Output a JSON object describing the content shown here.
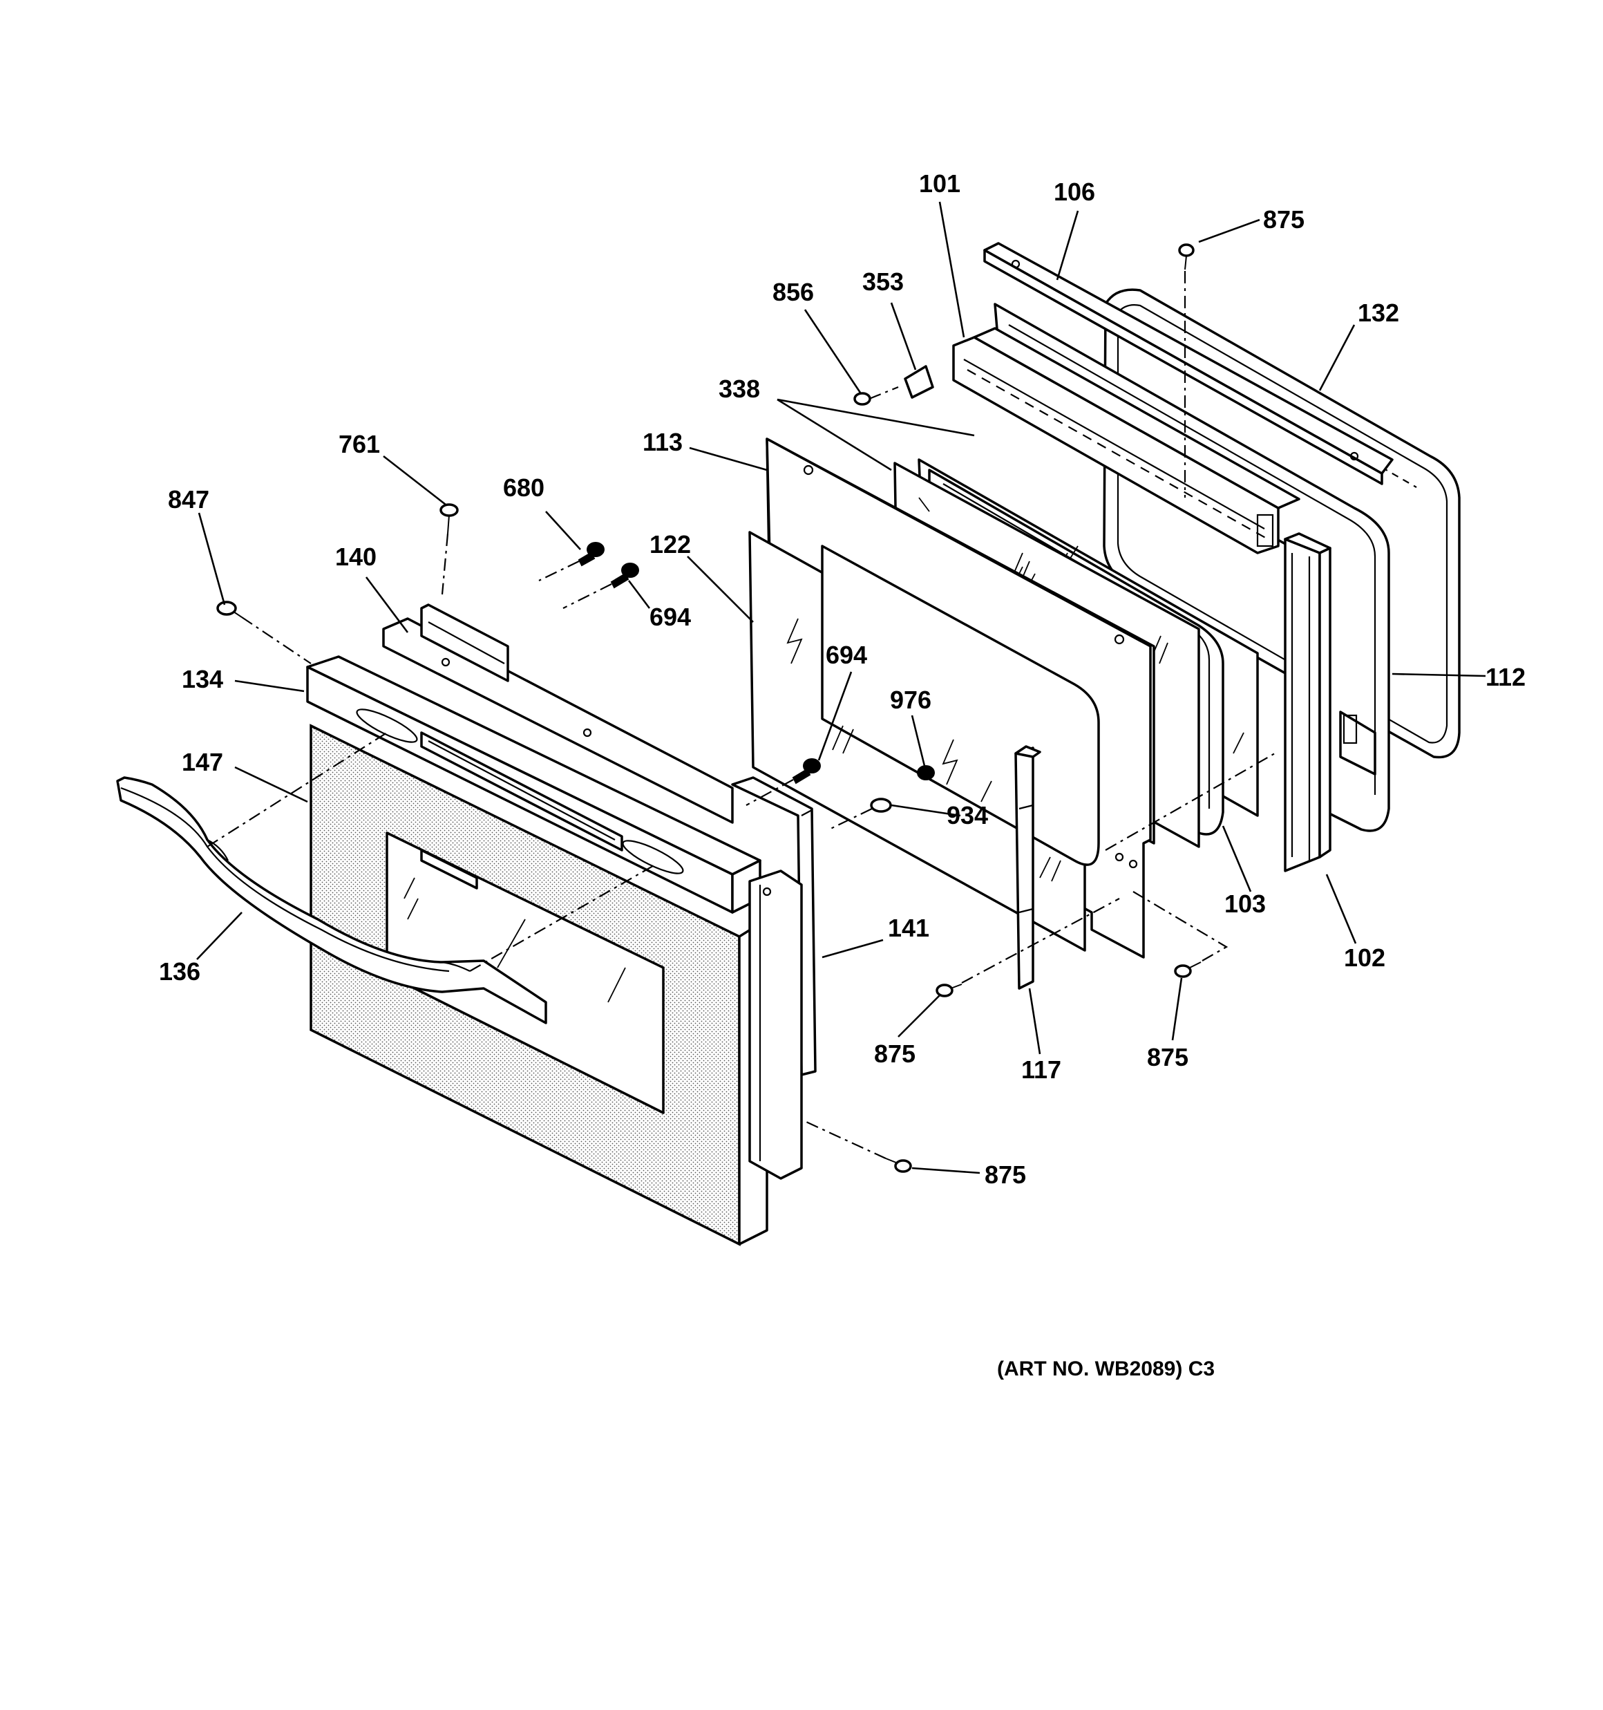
{
  "callouts": {
    "c101": "101",
    "c106": "106",
    "c875_top": "875",
    "c132": "132",
    "c856": "856",
    "c353": "353",
    "c338": "338",
    "c113": "113",
    "c761": "761",
    "c680": "680",
    "c847": "847",
    "c140": "140",
    "c122": "122",
    "c694_a": "694",
    "c112": "112",
    "c134": "134",
    "c694_b": "694",
    "c976": "976",
    "c147": "147",
    "c934": "934",
    "c103": "103",
    "c141": "141",
    "c102": "102",
    "c136": "136",
    "c875_mid_left": "875",
    "c117": "117",
    "c875_mid_right": "875",
    "c875_bottom": "875"
  },
  "art_number": "(ART NO. WB2089) C3"
}
